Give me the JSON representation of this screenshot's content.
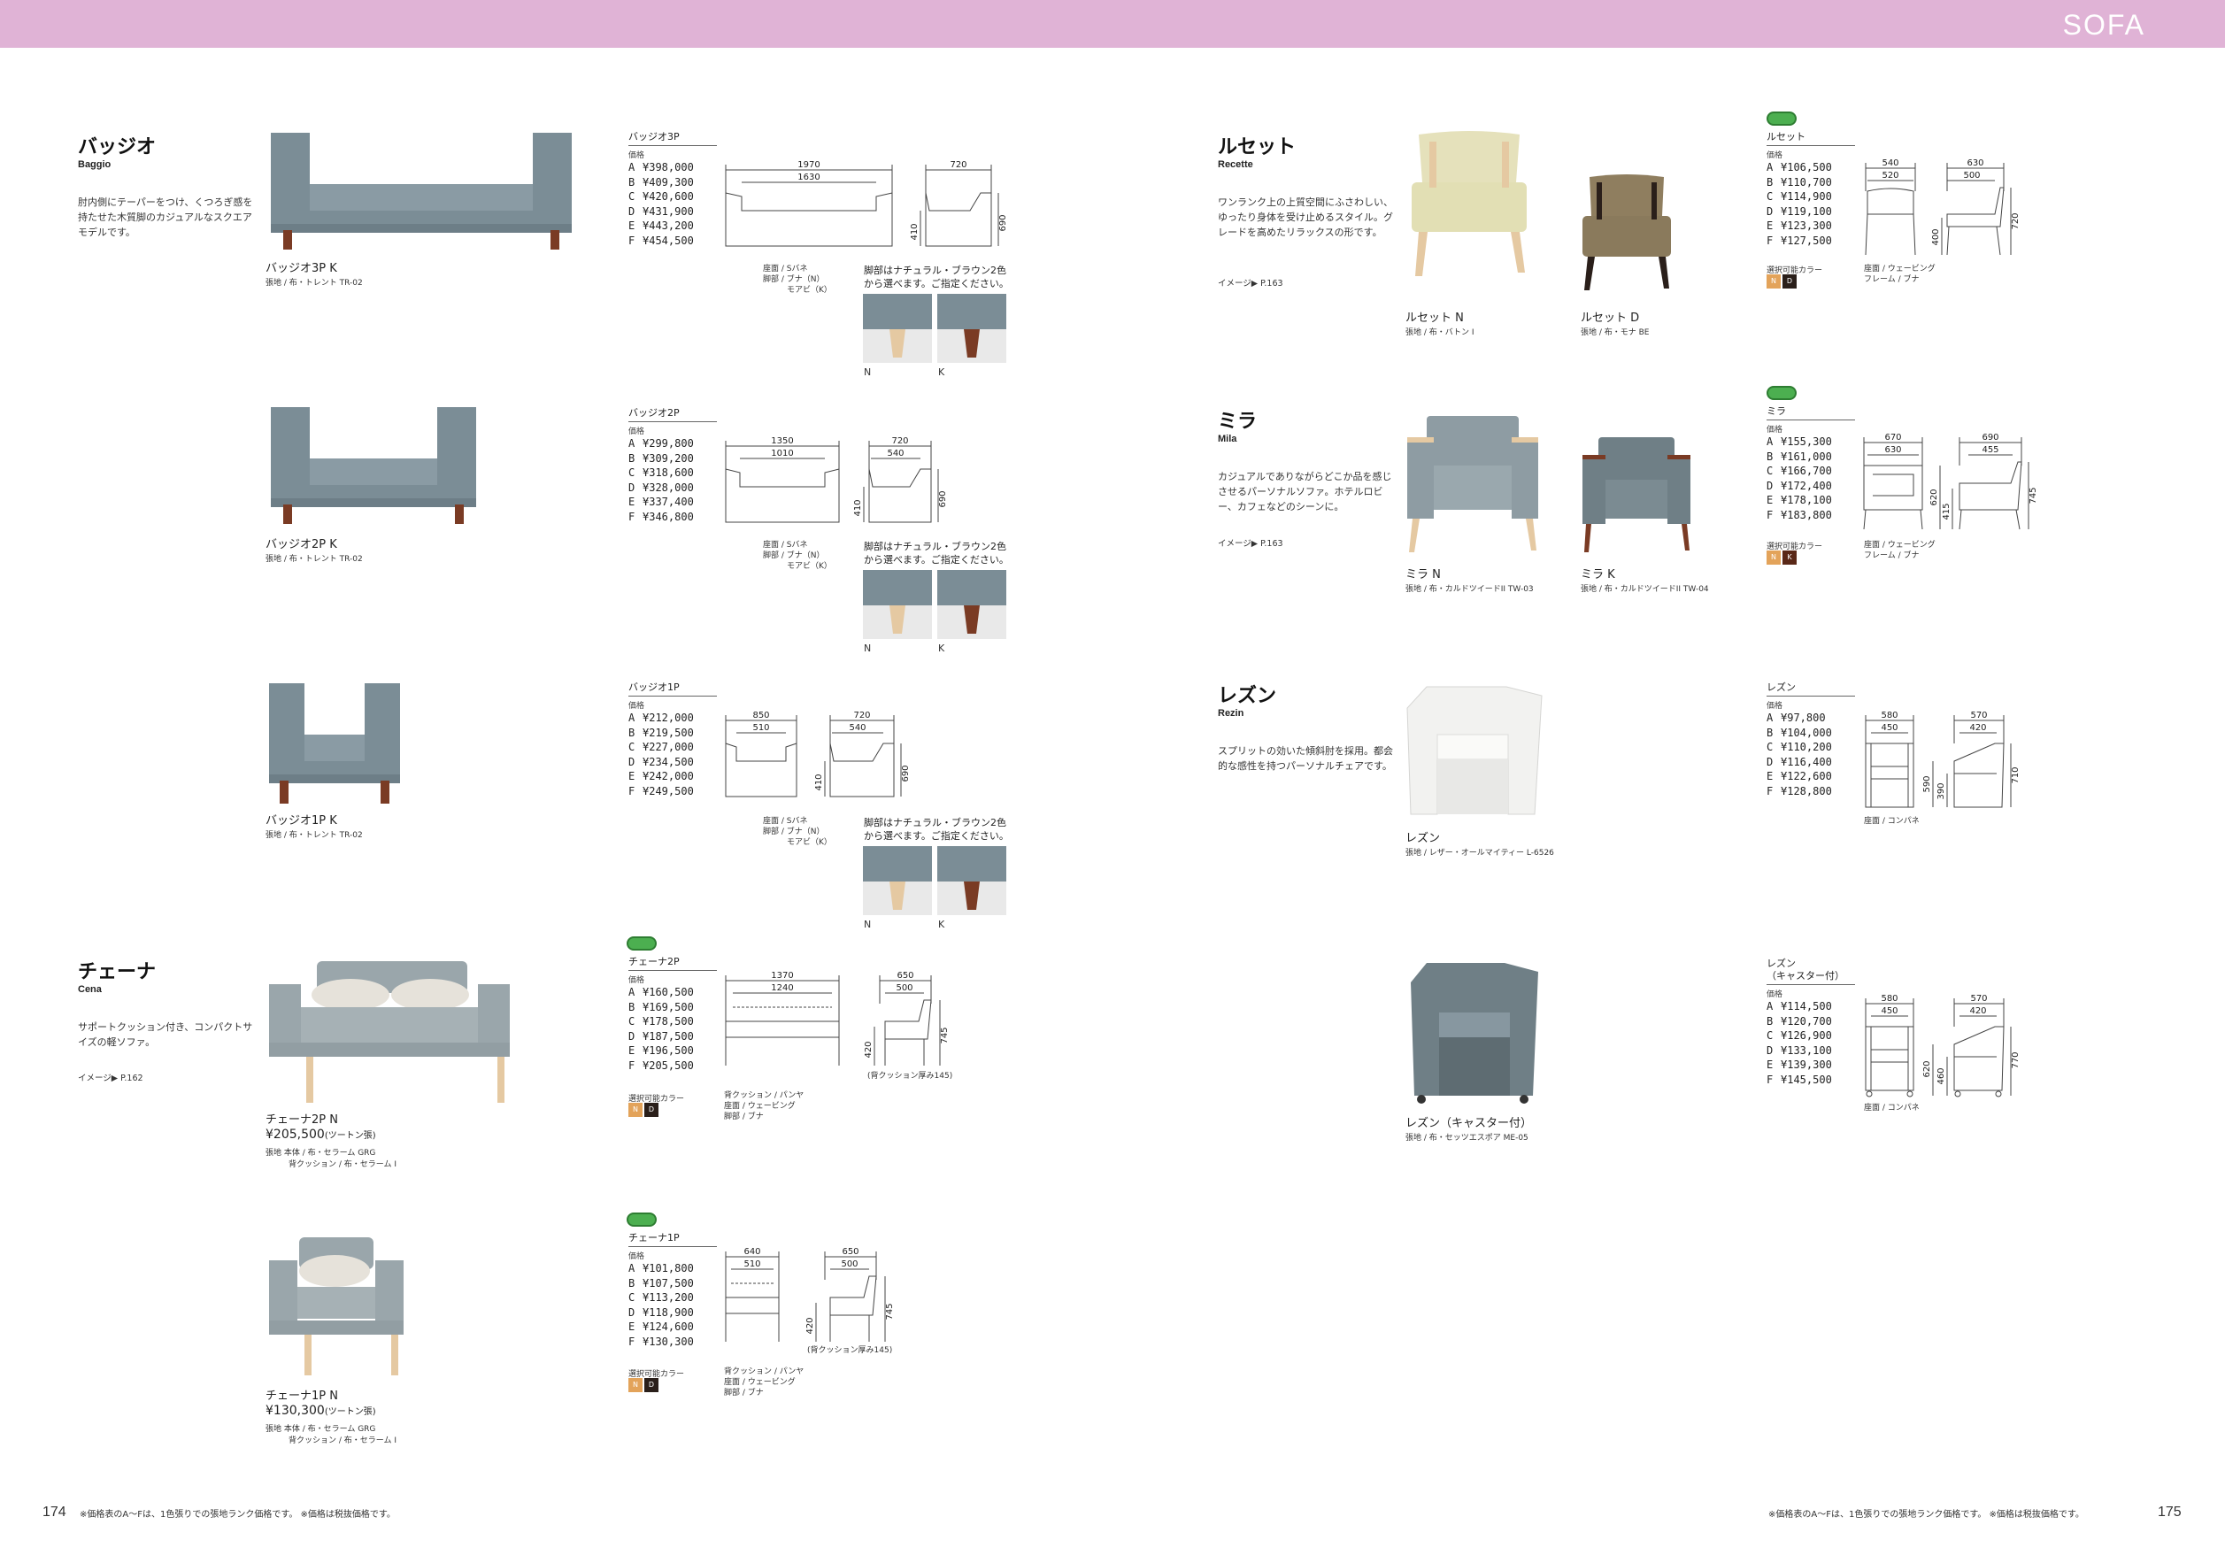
{
  "header": {
    "title": "SOFA"
  },
  "colors": {
    "band": "#e0b3d6",
    "fabric_grey": "#7b8d96",
    "leg_natural": "#e5c9a2",
    "leg_brown": "#7a3b24"
  },
  "series": {
    "baggio": {
      "name": "バッジオ",
      "en": "Baggio",
      "desc": "肘内側にテーパーをつけ、くつろぎ感を持たせた木質脚のカジュアルなスクエアモデルです。"
    },
    "cena": {
      "name": "チェーナ",
      "en": "Cena",
      "desc": "サポートクッション付き、コンパクトサイズの軽ソファ。",
      "ref": "イメージ▶ P.162"
    },
    "recette": {
      "name": "ルセット",
      "en": "Recette",
      "desc": "ワンランク上の上質空間にふさわしい、ゆったり身体を受け止めるスタイル。グレードを高めたリラックスの形です。",
      "ref": "イメージ▶ P.163"
    },
    "mila": {
      "name": "ミラ",
      "en": "Mila",
      "desc": "カジュアルでありながらどこか品を感じさせるパーソナルソファ。ホテルロビー、カフェなどのシーンに。",
      "ref": "イメージ▶ P.163"
    },
    "rezin": {
      "name": "レズン",
      "en": "Rezin",
      "desc": "スプリットの効いた傾斜肘を採用。都会的な感性を持つパーソナルチェアです。"
    }
  },
  "captions": {
    "b3p": {
      "name": "バッジオ3P K",
      "fabric": "張地 / 布・トレント TR-02"
    },
    "b2p": {
      "name": "バッジオ2P K",
      "fabric": "張地 / 布・トレント TR-02"
    },
    "b1p": {
      "name": "バッジオ1P K",
      "fabric": "張地 / 布・トレント TR-02"
    },
    "c2p": {
      "name": "チェーナ2P N",
      "price": "¥205,500",
      "price_note": "(ツートン張)",
      "fabric": "張地 本体 / 布・セラーム GRG",
      "fabric2": "背クッション / 布・セラーム I"
    },
    "c1p": {
      "name": "チェーナ1P N",
      "price": "¥130,300",
      "price_note": "(ツートン張)",
      "fabric": "張地 本体 / 布・セラーム GRG",
      "fabric2": "背クッション / 布・セラーム I"
    },
    "recN": {
      "name": "ルセット N",
      "fabric": "張地 / 布・バトン I"
    },
    "recD": {
      "name": "ルセット D",
      "fabric": "張地 / 布・モナ BE"
    },
    "milaN": {
      "name": "ミラ N",
      "fabric": "張地 / 布・カルドツイードII TW-03"
    },
    "milaK": {
      "name": "ミラ K",
      "fabric": "張地 / 布・カルドツイードII TW-04"
    },
    "rezin": {
      "name": "レズン",
      "fabric": "張地 / レザー・オールマイティー L-6526"
    },
    "rezinC": {
      "name": "レズン（キャスター付）",
      "fabric": "張地 / 布・セッツエスポア ME-05"
    }
  },
  "specs": {
    "b3p": {
      "title": "バッジオ3P",
      "sub": "価格",
      "prices": [
        [
          "A",
          "¥398,000"
        ],
        [
          "B",
          "¥409,300"
        ],
        [
          "C",
          "¥420,600"
        ],
        [
          "D",
          "¥431,900"
        ],
        [
          "E",
          "¥443,200"
        ],
        [
          "F",
          "¥454,500"
        ]
      ],
      "notes": "座面 / Sバネ\n脚部 / ブナ（N）\n　　　モアビ（K）",
      "dims": [
        "1970",
        "1630",
        "720",
        "410",
        "690"
      ]
    },
    "b2p": {
      "title": "バッジオ2P",
      "sub": "価格",
      "prices": [
        [
          "A",
          "¥299,800"
        ],
        [
          "B",
          "¥309,200"
        ],
        [
          "C",
          "¥318,600"
        ],
        [
          "D",
          "¥328,000"
        ],
        [
          "E",
          "¥337,400"
        ],
        [
          "F",
          "¥346,800"
        ]
      ],
      "notes": "座面 / Sバネ\n脚部 / ブナ（N）\n　　　モアビ（K）",
      "dims": [
        "1350",
        "1010",
        "720",
        "540",
        "410",
        "690"
      ]
    },
    "b1p": {
      "title": "バッジオ1P",
      "sub": "価格",
      "prices": [
        [
          "A",
          "¥212,000"
        ],
        [
          "B",
          "¥219,500"
        ],
        [
          "C",
          "¥227,000"
        ],
        [
          "D",
          "¥234,500"
        ],
        [
          "E",
          "¥242,000"
        ],
        [
          "F",
          "¥249,500"
        ]
      ],
      "notes": "座面 / Sバネ\n脚部 / ブナ（N）\n　　　モアビ（K）",
      "dims": [
        "850",
        "510",
        "720",
        "540",
        "410",
        "690"
      ]
    },
    "c2p": {
      "title": "チェーナ2P",
      "sub": "価格",
      "prices": [
        [
          "A",
          "¥160,500"
        ],
        [
          "B",
          "¥169,500"
        ],
        [
          "C",
          "¥178,500"
        ],
        [
          "D",
          "¥187,500"
        ],
        [
          "E",
          "¥196,500"
        ],
        [
          "F",
          "¥205,500"
        ]
      ],
      "notes": "背クッション / パンヤ\n座面 / ウェービング\n脚部 / ブナ",
      "color_label": "選択可能カラー",
      "dims": [
        "1370",
        "1240",
        "650",
        "500",
        "420",
        "745"
      ],
      "cushion": "(背クッション厚み145)"
    },
    "c1p": {
      "title": "チェーナ1P",
      "sub": "価格",
      "prices": [
        [
          "A",
          "¥101,800"
        ],
        [
          "B",
          "¥107,500"
        ],
        [
          "C",
          "¥113,200"
        ],
        [
          "D",
          "¥118,900"
        ],
        [
          "E",
          "¥124,600"
        ],
        [
          "F",
          "¥130,300"
        ]
      ],
      "notes": "背クッション / パンヤ\n座面 / ウェービング\n脚部 / ブナ",
      "color_label": "選択可能カラー",
      "dims": [
        "640",
        "510",
        "650",
        "500",
        "420",
        "745"
      ],
      "cushion": "(背クッション厚み145)"
    },
    "rec": {
      "title": "ルセット",
      "sub": "価格",
      "prices": [
        [
          "A",
          "¥106,500"
        ],
        [
          "B",
          "¥110,700"
        ],
        [
          "C",
          "¥114,900"
        ],
        [
          "D",
          "¥119,100"
        ],
        [
          "E",
          "¥123,300"
        ],
        [
          "F",
          "¥127,500"
        ]
      ],
      "notes": "座面 / ウェービング\nフレーム / ブナ",
      "color_label": "選択可能カラー",
      "dims": [
        "540",
        "520",
        "630",
        "500",
        "400",
        "720"
      ]
    },
    "mila": {
      "title": "ミラ",
      "sub": "価格",
      "prices": [
        [
          "A",
          "¥155,300"
        ],
        [
          "B",
          "¥161,000"
        ],
        [
          "C",
          "¥166,700"
        ],
        [
          "D",
          "¥172,400"
        ],
        [
          "E",
          "¥178,100"
        ],
        [
          "F",
          "¥183,800"
        ]
      ],
      "notes": "座面 / ウェービング\nフレーム / ブナ",
      "color_label": "選択可能カラー",
      "dims": [
        "670",
        "630",
        "690",
        "455",
        "620",
        "415",
        "745"
      ]
    },
    "rezin": {
      "title": "レズン",
      "sub": "価格",
      "prices": [
        [
          "A",
          "¥97,800"
        ],
        [
          "B",
          "¥104,000"
        ],
        [
          "C",
          "¥110,200"
        ],
        [
          "D",
          "¥116,400"
        ],
        [
          "E",
          "¥122,600"
        ],
        [
          "F",
          "¥128,800"
        ]
      ],
      "notes": "座面 / コンパネ",
      "dims": [
        "580",
        "450",
        "570",
        "420",
        "590",
        "390",
        "710"
      ]
    },
    "rezinC": {
      "title": "レズン\n（キャスター付）",
      "sub": "価格",
      "prices": [
        [
          "A",
          "¥114,500"
        ],
        [
          "B",
          "¥120,700"
        ],
        [
          "C",
          "¥126,900"
        ],
        [
          "D",
          "¥133,100"
        ],
        [
          "E",
          "¥139,300"
        ],
        [
          "F",
          "¥145,500"
        ]
      ],
      "notes": "座面 / コンパネ",
      "dims": [
        "580",
        "450",
        "570",
        "420",
        "620",
        "460",
        "770"
      ]
    }
  },
  "leg_note": "脚部はナチュラル・ブラウン2色から選べます。ご指定ください。",
  "leg_labels": {
    "n": "N",
    "k": "K"
  },
  "chips": {
    "n": "N",
    "d": "D",
    "k": "K"
  },
  "footer": {
    "left_num": "174",
    "right_num": "175",
    "note_left": "※価格表のA～Fは、1色張りでの張地ランク価格です。 ※価格は税抜価格です。",
    "note_right": "※価格表のA～Fは、1色張りでの張地ランク価格です。 ※価格は税抜価格です。"
  }
}
